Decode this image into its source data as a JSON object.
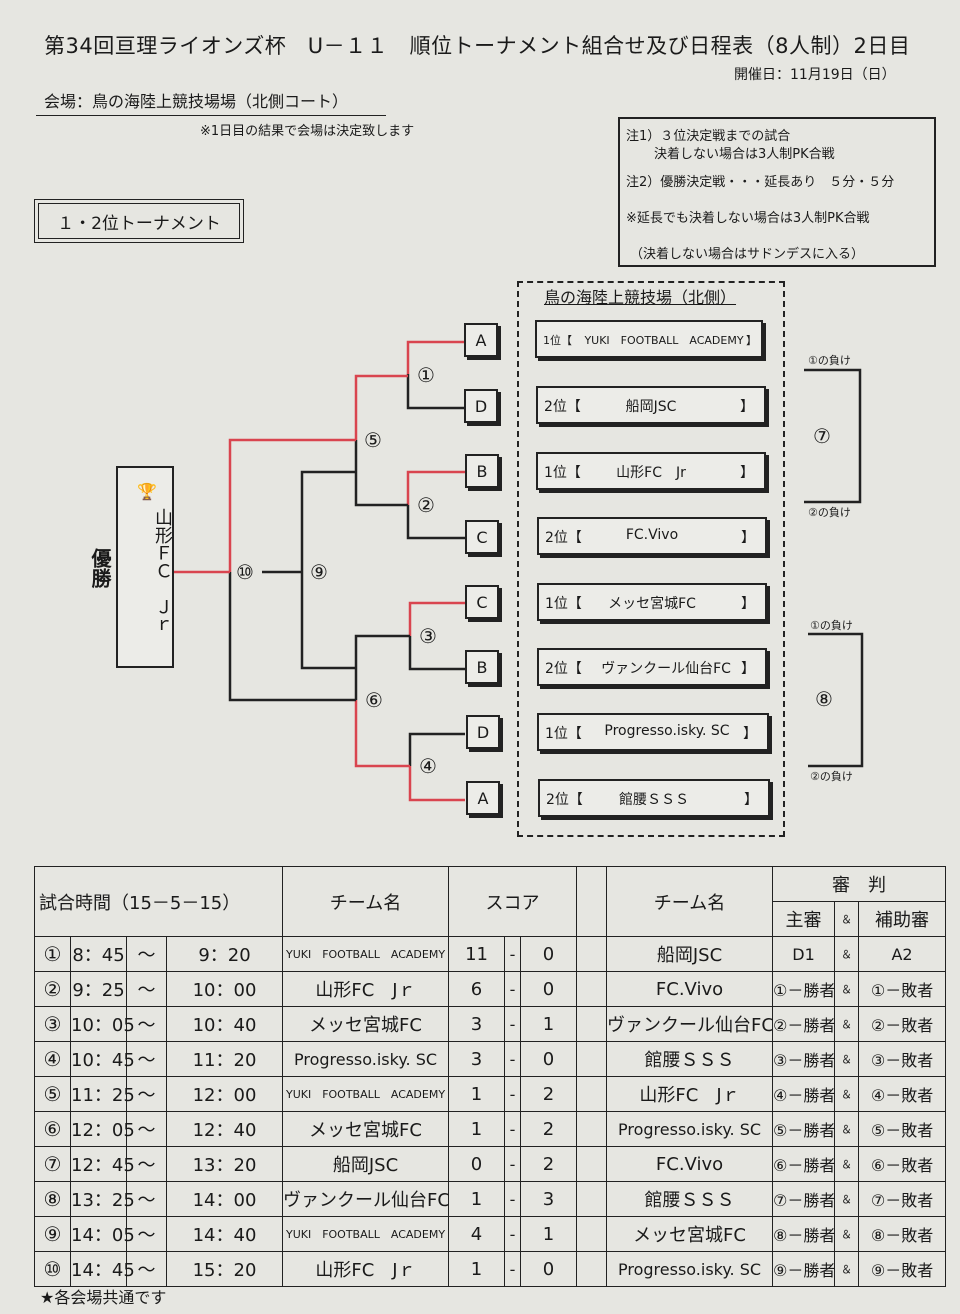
{
  "header": {
    "title": "第34回亘理ライオンズ杯　U－１１　順位トーナメント組合せ及び日程表（8人制）2日目",
    "date": "開催日：11月19日（日）",
    "venue": "会場：鳥の海陸上競技場場（北側コート）",
    "venue_note": "※1日目の結果で会場は決定致します"
  },
  "notes": [
    "注1）３位決定戦までの試合",
    "決着しない場合は3人制PK合戦",
    "注2）優勝決定戦・・・延長あり　５分・５分",
    "※延長でも決着しない場合は3人制PK合戦",
    "（決着しない場合はサドンデスに入る）"
  ],
  "section_title": "１・2位トーナメント",
  "bracket": {
    "venue_title": "鳥の海陸上競技場（北側）",
    "teams": [
      {
        "pos": "1位【",
        "name": "YUKI　FOOTBALL　ACADEMY",
        "close": "】",
        "group": "A"
      },
      {
        "pos": "2位【",
        "name": "船岡JSC",
        "close": "】",
        "group": "D"
      },
      {
        "pos": "1位【",
        "name": "山形FC　Jr",
        "close": "】",
        "group": "B"
      },
      {
        "pos": "2位【",
        "name": "FC.Vivo",
        "close": "】",
        "group": "C"
      },
      {
        "pos": "1位【",
        "name": "メッセ宮城FC",
        "close": "】",
        "group": "C"
      },
      {
        "pos": "2位【",
        "name": "ヴァンクール仙台FC",
        "close": "】",
        "group": "B"
      },
      {
        "pos": "1位【",
        "name": "Progresso.isky. SC",
        "close": "】",
        "group": "D"
      },
      {
        "pos": "2位【",
        "name": "館腰ＳＳＳ",
        "close": "】",
        "group": "A"
      }
    ],
    "match_marks": [
      "①",
      "②",
      "③",
      "④",
      "⑤",
      "⑥",
      "⑦",
      "⑧",
      "⑨",
      "⑩"
    ],
    "loser_labels": {
      "m7_top": "①の負け",
      "m7_bottom": "②の負け",
      "m8_top": "①の負け",
      "m8_bottom": "②の負け"
    },
    "champion_label": "優勝",
    "champion_team": "山形ＦＣ　Ｊｒ",
    "trophy_icon": "🏆"
  },
  "schedule": {
    "headers": {
      "time": "試合時間（15－5－15）",
      "team": "チーム名",
      "score": "スコア",
      "referee": "審　判",
      "chief": "主審",
      "amp": "＆",
      "assistant": "補助審"
    },
    "rows": [
      {
        "no": "①",
        "start": "8：45",
        "sep": "～",
        "end": "9：20",
        "team1": "YUKI　FOOTBALL　ACADEMY",
        "s1": "11",
        "dash": "-",
        "s2": "0",
        "team2": "船岡JSC",
        "ref1": "D1",
        "amp": "＆",
        "ref2": "A2"
      },
      {
        "no": "②",
        "start": "9：25",
        "sep": "～",
        "end": "10：00",
        "team1": "山形FC　Jｒ",
        "s1": "6",
        "dash": "-",
        "s2": "0",
        "team2": "FC.Vivo",
        "ref1": "①－勝者",
        "amp": "＆",
        "ref2": "①－敗者"
      },
      {
        "no": "③",
        "start": "10：05",
        "sep": "～",
        "end": "10：40",
        "team1": "メッセ宮城FC",
        "s1": "3",
        "dash": "-",
        "s2": "1",
        "team2": "ヴァンクール仙台FC",
        "ref1": "②－勝者",
        "amp": "＆",
        "ref2": "②－敗者"
      },
      {
        "no": "④",
        "start": "10：45",
        "sep": "～",
        "end": "11：20",
        "team1": "Progresso.isky. SC",
        "s1": "3",
        "dash": "-",
        "s2": "0",
        "team2": "館腰ＳＳＳ",
        "ref1": "③－勝者",
        "amp": "＆",
        "ref2": "③－敗者"
      },
      {
        "no": "⑤",
        "start": "11：25",
        "sep": "～",
        "end": "12：00",
        "team1": "YUKI　FOOTBALL　ACADEMY",
        "s1": "1",
        "dash": "-",
        "s2": "2",
        "team2": "山形FC　Jｒ",
        "ref1": "④－勝者",
        "amp": "＆",
        "ref2": "④－敗者"
      },
      {
        "no": "⑥",
        "start": "12：05",
        "sep": "～",
        "end": "12：40",
        "team1": "メッセ宮城FC",
        "s1": "1",
        "dash": "-",
        "s2": "2",
        "team2": "Progresso.isky. SC",
        "ref1": "⑤－勝者",
        "amp": "＆",
        "ref2": "⑤－敗者"
      },
      {
        "no": "⑦",
        "start": "12：45",
        "sep": "～",
        "end": "13：20",
        "team1": "船岡JSC",
        "s1": "0",
        "dash": "-",
        "s2": "2",
        "team2": "FC.Vivo",
        "ref1": "⑥－勝者",
        "amp": "＆",
        "ref2": "⑥－敗者"
      },
      {
        "no": "⑧",
        "start": "13：25",
        "sep": "～",
        "end": "14：00",
        "team1": "ヴァンクール仙台FC",
        "s1": "1",
        "dash": "-",
        "s2": "3",
        "team2": "館腰ＳＳＳ",
        "ref1": "⑦－勝者",
        "amp": "＆",
        "ref2": "⑦－敗者"
      },
      {
        "no": "⑨",
        "start": "14：05",
        "sep": "～",
        "end": "14：40",
        "team1": "YUKI　FOOTBALL　ACADEMY",
        "s1": "4",
        "dash": "-",
        "s2": "1",
        "team2": "メッセ宮城FC",
        "ref1": "⑧－勝者",
        "amp": "＆",
        "ref2": "⑧－敗者"
      },
      {
        "no": "⑩",
        "start": "14：45",
        "sep": "～",
        "end": "15：20",
        "team1": "山形FC　Jｒ",
        "s1": "1",
        "dash": "-",
        "s2": "0",
        "team2": "Progresso.isky. SC",
        "ref1": "⑨－勝者",
        "amp": "＆",
        "ref2": "⑨－敗者"
      }
    ]
  },
  "footer": "★各会場共通です",
  "colors": {
    "winner_line": "#d9454f",
    "line": "#222222"
  }
}
